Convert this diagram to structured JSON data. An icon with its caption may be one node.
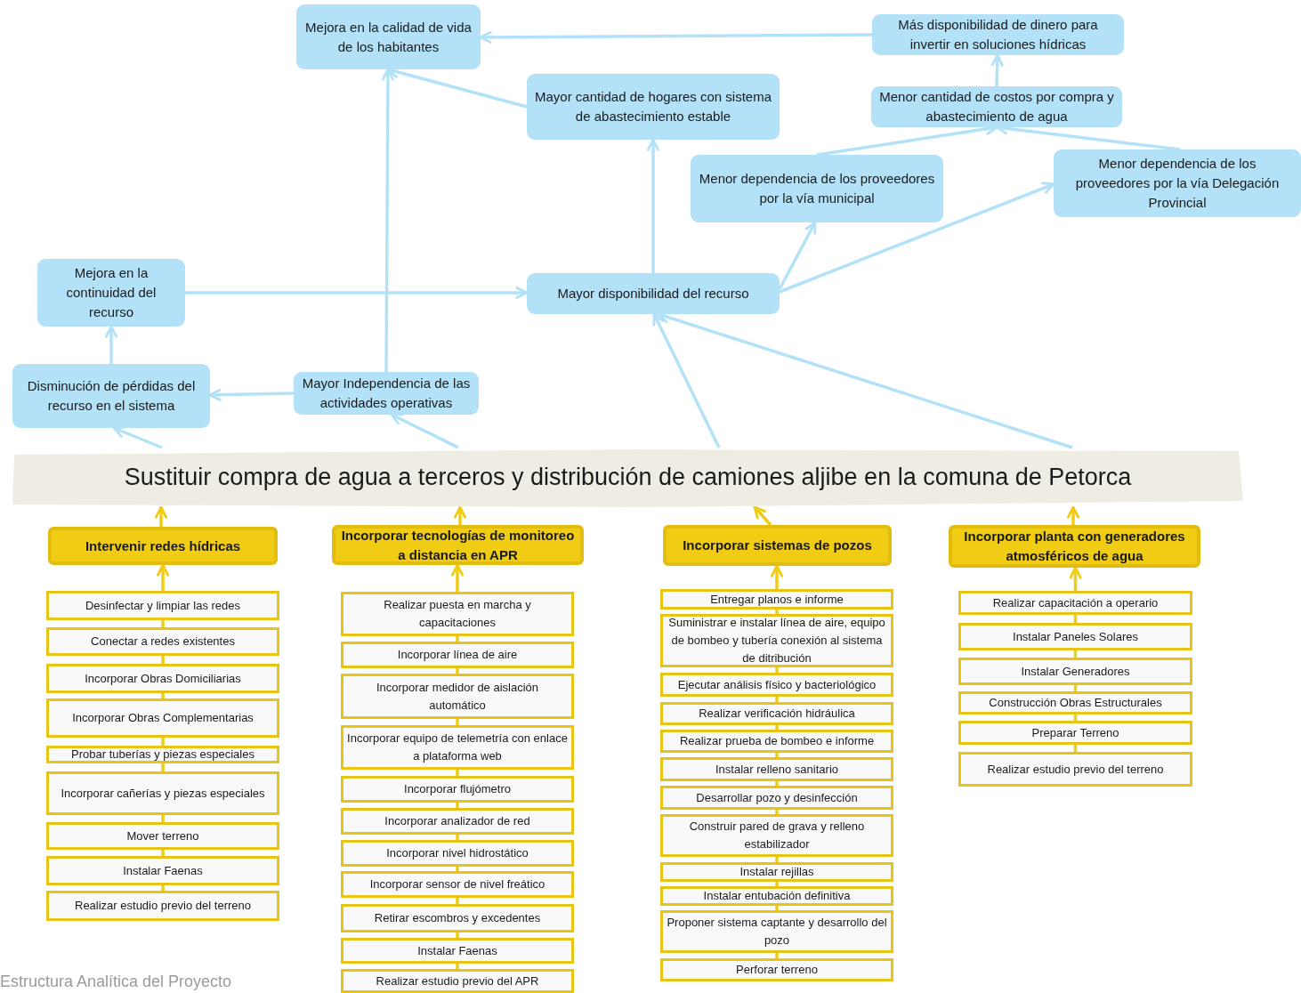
{
  "diagram": {
    "caption": "Estructura Analítica del Proyecto",
    "nodes": [
      {
        "text": [
          "Mejora en la calidad de vida de los habitantes"
        ]
      },
      {
        "text": [
          "Más disponibilidad de dinero para invertir en soluciones hídricas"
        ]
      },
      {
        "text": [
          "Mayor cantidad de hogares con sistema de abastecimiento estable"
        ]
      },
      {
        "text": [
          "Menor cantidad de costos por compra y abastecimiento de agua"
        ]
      },
      {
        "text": [
          "Menor dependencia de los proveedores por la vía municipal"
        ]
      },
      {
        "text": [
          "Menor dependencia de los proveedores por la vía Delegación Provincial"
        ]
      },
      {
        "text": [
          "Mejora en la continuidad del recurso"
        ]
      },
      {
        "text": [
          "Mayor disponibilidad del recurso"
        ]
      },
      {
        "text": [
          "Disminución de pérdidas del recurso en el sistema"
        ]
      },
      {
        "text": [
          "Mayor Independencia de las actividades operativas"
        ]
      },
      {
        "text": [
          "Sustituir compra de agua a terceros y distribución de camiones aljibe en la comuna de Petorca"
        ]
      },
      {
        "text": [
          "Intervenir redes hídricas"
        ]
      },
      {
        "text": [
          "Desinfectar y limpiar las redes"
        ]
      },
      {
        "text": [
          "Conectar a redes existentes"
        ]
      },
      {
        "text": [
          "Incorporar Obras Domiciliarias"
        ]
      },
      {
        "text": [
          "Incorporar Obras Complementarias"
        ]
      },
      {
        "text": [
          "Probar tuberías y piezas especiales"
        ]
      },
      {
        "text": [
          "Incorporar cañerías y piezas especiales"
        ]
      },
      {
        "text": [
          "Mover terreno"
        ]
      },
      {
        "text": [
          "Instalar Faenas"
        ]
      },
      {
        "text": [
          "Realizar estudio previo del terreno"
        ]
      },
      {
        "text": [
          "Incorporar tecnologías de monitoreo a distancia en APR"
        ]
      },
      {
        "text": [
          "Realizar puesta en marcha y capacitaciones"
        ]
      },
      {
        "text": [
          "Incorporar línea de aire"
        ]
      },
      {
        "text": [
          "Incorporar medidor de aislación automático"
        ]
      },
      {
        "text": [
          "Incorporar equipo de telemetría con enlace a plataforma web"
        ]
      },
      {
        "text": [
          "Incorporar flujómetro"
        ]
      },
      {
        "text": [
          "Incorporar analizador de red"
        ]
      },
      {
        "text": [
          "Incorporar nivel hidrostático"
        ]
      },
      {
        "text": [
          "Incorporar sensor de nivel freático"
        ]
      },
      {
        "text": [
          "Retirar escombros y excedentes"
        ]
      },
      {
        "text": [
          "Instalar Faenas"
        ]
      },
      {
        "text": [
          "Realizar estudio previo del APR"
        ]
      },
      {
        "text": [
          "Incorporar sistemas de pozos"
        ]
      },
      {
        "text": [
          "Entregar planos e informe"
        ]
      },
      {
        "text": [
          "Suministrar e instalar línea de aire, equipo de bombeo y tubería conexión al sistema de ditribución"
        ]
      },
      {
        "text": [
          "Ejecutar análisis físico y bacteriológico"
        ]
      },
      {
        "text": [
          "Realizar verificación hidráulica"
        ]
      },
      {
        "text": [
          "Realizar prueba de bombeo e informe"
        ]
      },
      {
        "text": [
          "Instalar relleno sanitario"
        ]
      },
      {
        "text": [
          "Desarrollar pozo y desinfección"
        ]
      },
      {
        "text": [
          "Construir pared de grava y relleno estabilizador"
        ]
      },
      {
        "text": [
          "Instalar rejillas"
        ]
      },
      {
        "text": [
          "Instalar entubación definitiva"
        ]
      },
      {
        "text": [
          "Proponer sistema captante y desarrollo del pozo"
        ]
      },
      {
        "text": [
          "Perforar terreno"
        ]
      },
      {
        "text": [
          "Incorporar planta con generadores atmosféricos de agua"
        ]
      },
      {
        "text": [
          "Realizar capacitación a operario"
        ]
      },
      {
        "text": [
          "Instalar Paneles Solares"
        ]
      },
      {
        "text": [
          "Instalar Generadores"
        ]
      },
      {
        "text": [
          "Construcción Obras Estructurales"
        ]
      },
      {
        "text": [
          "Preparar Terreno"
        ]
      },
      {
        "text": [
          "Realizar estudio previo del terreno"
        ]
      }
    ],
    "edges": [
      {
        "from": 1,
        "to": 0,
        "arrow": "to",
        "color": "#b3e2f8"
      },
      {
        "from": 2,
        "to": 0,
        "arrow": "to",
        "color": "#b3e2f8"
      },
      {
        "from": 9,
        "to": 0,
        "arrow": "to",
        "color": "#b3e2f8"
      },
      {
        "from": 3,
        "to": 1,
        "arrow": "to",
        "color": "#b3e2f8"
      },
      {
        "from": 4,
        "to": 3,
        "arrow": "to",
        "color": "#b3e2f8"
      },
      {
        "from": 5,
        "to": 3,
        "arrow": "to",
        "color": "#b3e2f8"
      },
      {
        "from": 7,
        "to": 2,
        "arrow": "to",
        "color": "#b3e2f8"
      },
      {
        "from": 7,
        "to": 4,
        "arrow": "to",
        "color": "#b3e2f8"
      },
      {
        "from": 7,
        "to": 5,
        "arrow": "to",
        "color": "#b3e2f8"
      },
      {
        "from": 6,
        "to": 7,
        "arrow": "to",
        "color": "#b3e2f8"
      },
      {
        "from": 8,
        "to": 6,
        "arrow": "to",
        "color": "#b3e2f8"
      },
      {
        "from": 9,
        "to": 8,
        "arrow": "to",
        "color": "#b3e2f8"
      },
      {
        "from": 10,
        "to": 8,
        "arrow": "to",
        "color": "#b3e2f8"
      },
      {
        "from": 10,
        "to": 9,
        "arrow": "to",
        "color": "#b3e2f8"
      },
      {
        "from": 10,
        "to": 7,
        "arrow": "to",
        "color": "#b3e2f8"
      },
      {
        "from": 10,
        "to": 7,
        "arrow": "to",
        "color": "#b3e2f8"
      },
      {
        "from": 11,
        "to": 10,
        "arrow": "to"
      },
      {
        "from": 21,
        "to": 10,
        "arrow": "to"
      },
      {
        "from": 33,
        "to": 10,
        "arrow": "to"
      },
      {
        "from": 46,
        "to": 10,
        "arrow": "to"
      },
      {
        "from": 12,
        "to": 11,
        "arrow": "to"
      },
      {
        "from": 22,
        "to": 21,
        "arrow": "to"
      },
      {
        "from": 34,
        "to": 33,
        "arrow": "to"
      },
      {
        "from": 47,
        "to": 46,
        "arrow": "to"
      },
      {
        "from": 12,
        "to": 13,
        "arrow": "none"
      },
      {
        "from": 13,
        "to": 14,
        "arrow": "none"
      },
      {
        "from": 14,
        "to": 15,
        "arrow": "none"
      },
      {
        "from": 15,
        "to": 16,
        "arrow": "none"
      },
      {
        "from": 16,
        "to": 17,
        "arrow": "none"
      },
      {
        "from": 17,
        "to": 18,
        "arrow": "none"
      },
      {
        "from": 18,
        "to": 19,
        "arrow": "none"
      },
      {
        "from": 19,
        "to": 20,
        "arrow": "none"
      },
      {
        "from": 22,
        "to": 23,
        "arrow": "none"
      },
      {
        "from": 23,
        "to": 24,
        "arrow": "none"
      },
      {
        "from": 24,
        "to": 25,
        "arrow": "none"
      },
      {
        "from": 25,
        "to": 26,
        "arrow": "none"
      },
      {
        "from": 26,
        "to": 27,
        "arrow": "none"
      },
      {
        "from": 27,
        "to": 28,
        "arrow": "none"
      },
      {
        "from": 28,
        "to": 29,
        "arrow": "none"
      },
      {
        "from": 29,
        "to": 30,
        "arrow": "none"
      },
      {
        "from": 30,
        "to": 31,
        "arrow": "none"
      },
      {
        "from": 31,
        "to": 32,
        "arrow": "none"
      },
      {
        "from": 34,
        "to": 35,
        "arrow": "none"
      },
      {
        "from": 35,
        "to": 36,
        "arrow": "none"
      },
      {
        "from": 36,
        "to": 37,
        "arrow": "none"
      },
      {
        "from": 37,
        "to": 38,
        "arrow": "none"
      },
      {
        "from": 38,
        "to": 39,
        "arrow": "none"
      },
      {
        "from": 39,
        "to": 40,
        "arrow": "none"
      },
      {
        "from": 40,
        "to": 41,
        "arrow": "none"
      },
      {
        "from": 41,
        "to": 42,
        "arrow": "none"
      },
      {
        "from": 42,
        "to": 43,
        "arrow": "none"
      },
      {
        "from": 43,
        "to": 44,
        "arrow": "none"
      },
      {
        "from": 44,
        "to": 45,
        "arrow": "none"
      },
      {
        "from": 47,
        "to": 48,
        "arrow": "none"
      },
      {
        "from": 48,
        "to": 49,
        "arrow": "none"
      },
      {
        "from": 49,
        "to": 50,
        "arrow": "none"
      },
      {
        "from": 50,
        "to": 51,
        "arrow": "none"
      },
      {
        "from": 51,
        "to": 52,
        "arrow": "none"
      }
    ]
  }
}
